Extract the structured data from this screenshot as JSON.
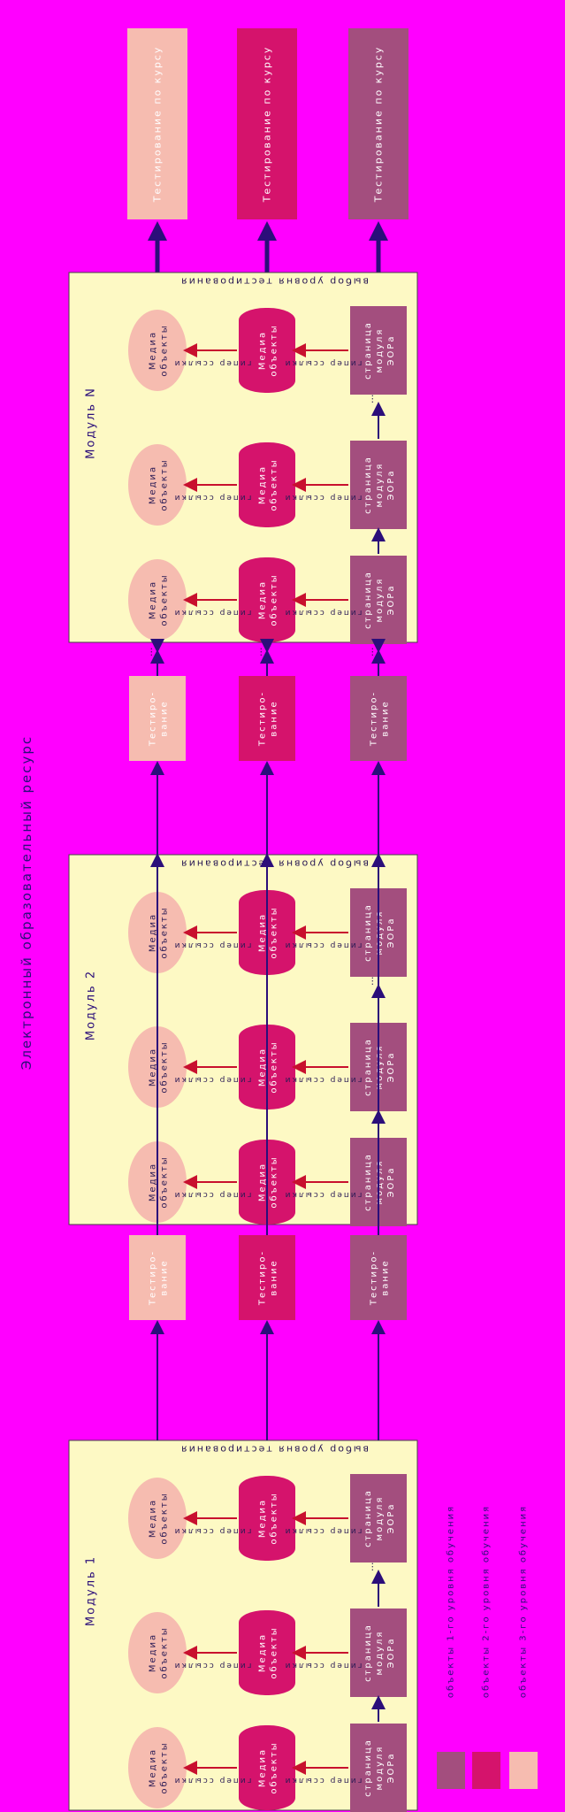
{
  "diagram": {
    "title": "Электронный образовательный ресурс",
    "colors": {
      "background": "#ff00ff",
      "module_bg": "#fdf9c4",
      "level1": "#a34e7e",
      "level2": "#d5136c",
      "level3": "#f6bcb0",
      "arrow": "#2b0e7a",
      "red_arrow": "#c8102e",
      "text_dark": "#2a1a55",
      "text_light": "#ffffff"
    },
    "top_tests": [
      {
        "label": "Тестирование по курсу",
        "level": "level1"
      },
      {
        "label": "Тестирование по курсу",
        "level": "level2"
      },
      {
        "label": "Тестирование по курсу",
        "level": "level3"
      }
    ],
    "modules": [
      {
        "name": "Модуль N",
        "select_label": "выбор уровня тестирования",
        "columns": [
          {
            "page": "страница модуля ЭОРа",
            "hyper": "гипер ссылки",
            "level2_obj": "Медиа объекты",
            "media": "Медиа объекты"
          },
          {
            "page": "страница модуля ЭОРа",
            "hyper": "гипер ссылки",
            "level2_obj": "Медиа объекты",
            "media": "Медиа объекты"
          },
          {
            "page": "страница модуля ЭОРа",
            "hyper": "гипер ссылки",
            "level2_obj": "Медиа объекты",
            "media": "Медиа объекты"
          }
        ],
        "ellipsis": "..."
      },
      {
        "name": "Модуль 2",
        "select_label": "выбор уровня тестирования",
        "columns": [
          {
            "page": "страница модуля ЭОРа",
            "hyper": "гипер ссылки",
            "level2_obj": "Медиа объекты",
            "media": "Медиа объекты"
          },
          {
            "page": "страница модуля ЭОРа",
            "hyper": "гипер ссылки",
            "level2_obj": "Медиа объекты",
            "media": "Медиа объекты"
          },
          {
            "page": "страница модуля ЭОРа",
            "hyper": "гипер ссылки",
            "level2_obj": "Медиа объекты",
            "media": "Медиа объекты"
          }
        ],
        "ellipsis": "..."
      },
      {
        "name": "Модуль 1",
        "select_label": "выбор уровня тестирования",
        "columns": [
          {
            "page": "страница модуля ЭОРа",
            "hyper": "гипер ссылки",
            "level2_obj": "Медиа объекты",
            "media": "Медиа объекты"
          },
          {
            "page": "страница модуля ЭОРа",
            "hyper": "гипер ссылки",
            "level2_obj": "Медиа объекты",
            "media": "Медиа объекты"
          },
          {
            "page": "страница модуля ЭОРа",
            "hyper": "гипер ссылки",
            "level2_obj": "Медиа объекты",
            "media": "Медиа объекты"
          }
        ],
        "ellipsis": "..."
      }
    ],
    "between_tests": [
      {
        "label": "Тестиро-вание",
        "level": "level1"
      },
      {
        "label": "Тестиро-вание",
        "level": "level2"
      },
      {
        "label": "Тестиро-вание",
        "level": "level3"
      }
    ],
    "between_ellipsis": "...",
    "legend": [
      {
        "label": "объекты 1-го уровня обучения",
        "level": "level1"
      },
      {
        "label": "объекты 2-го уровня обучения",
        "level": "level2"
      },
      {
        "label": "объекты 3-го уровня обучения",
        "level": "level3"
      }
    ]
  }
}
